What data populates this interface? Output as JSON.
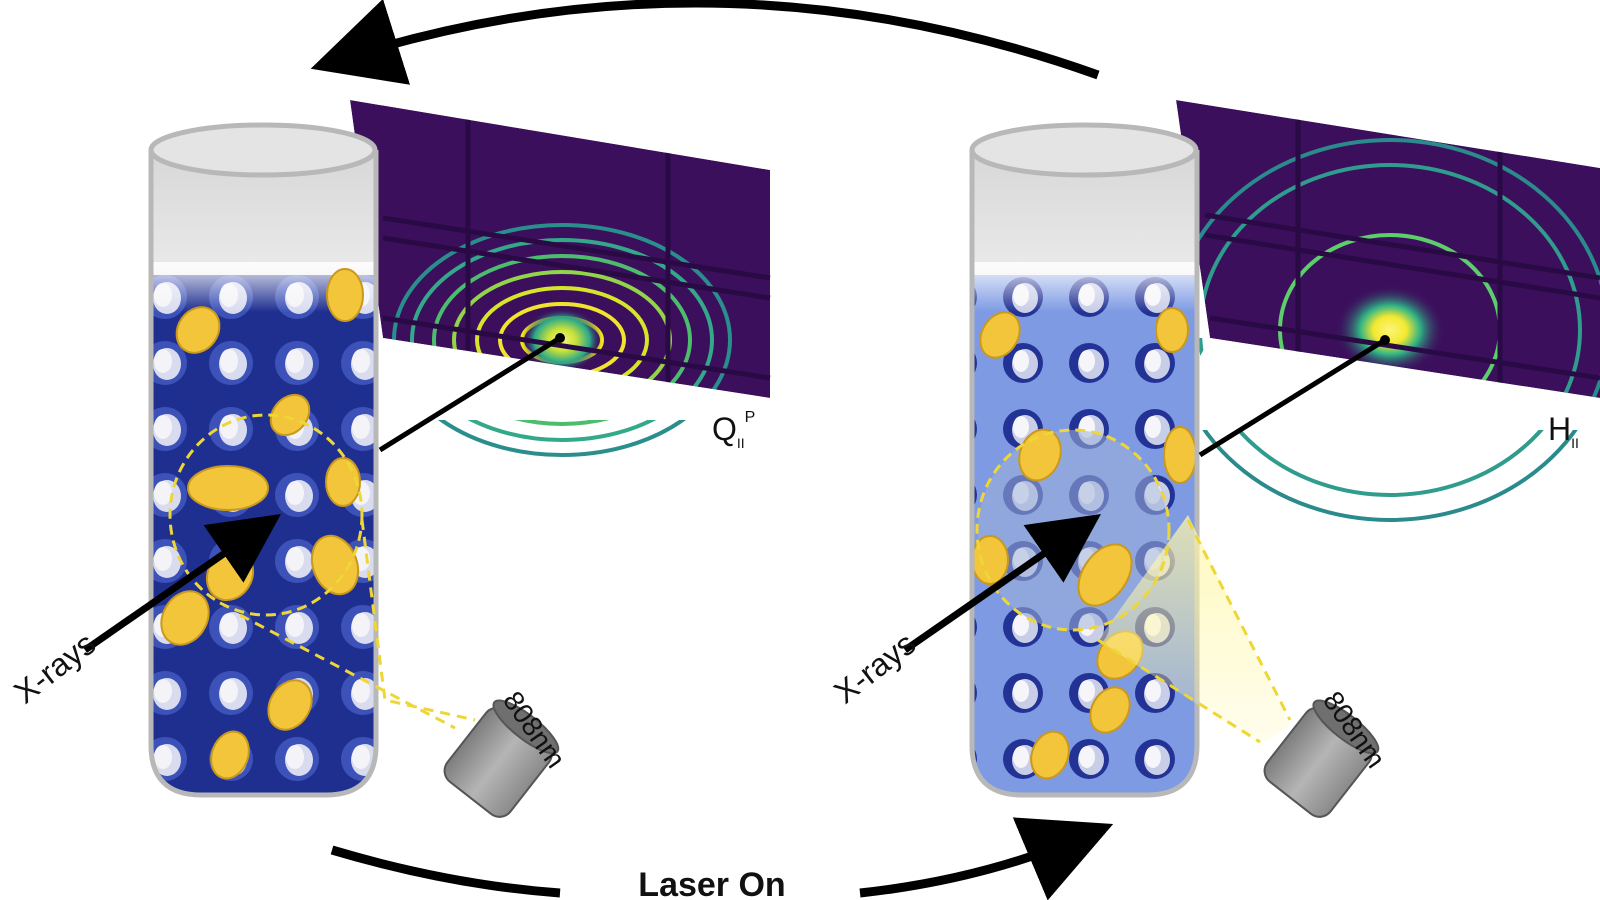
{
  "panels": {
    "left": {
      "phase_main": "Q",
      "phase_sub": "II",
      "phase_sup": "P",
      "probe_label": "X-rays",
      "laser_label": "808nm"
    },
    "right": {
      "phase_main": "H",
      "phase_sub": "II",
      "probe_label": "X-rays",
      "laser_label": "808nm"
    }
  },
  "bottom_arrow": {
    "label": "Laser On"
  },
  "colors": {
    "lattice_dark": "#1f2f8f",
    "lattice_light": "#6f8fdc",
    "particle": "#f2c53a",
    "detector_bg": "#3b0f5c",
    "ring_green": "#3fc77a",
    "ring_yellow": "#f5e51f",
    "beam_spot": "#f7f06a",
    "tube_glass": "#e8e8e8",
    "laser_body": "#9a9a9a",
    "dashed": "#e8d23a"
  },
  "icons": {
    "laser": "laser-emitter-icon",
    "cycle_arrows": "curved-arrow-icon"
  }
}
